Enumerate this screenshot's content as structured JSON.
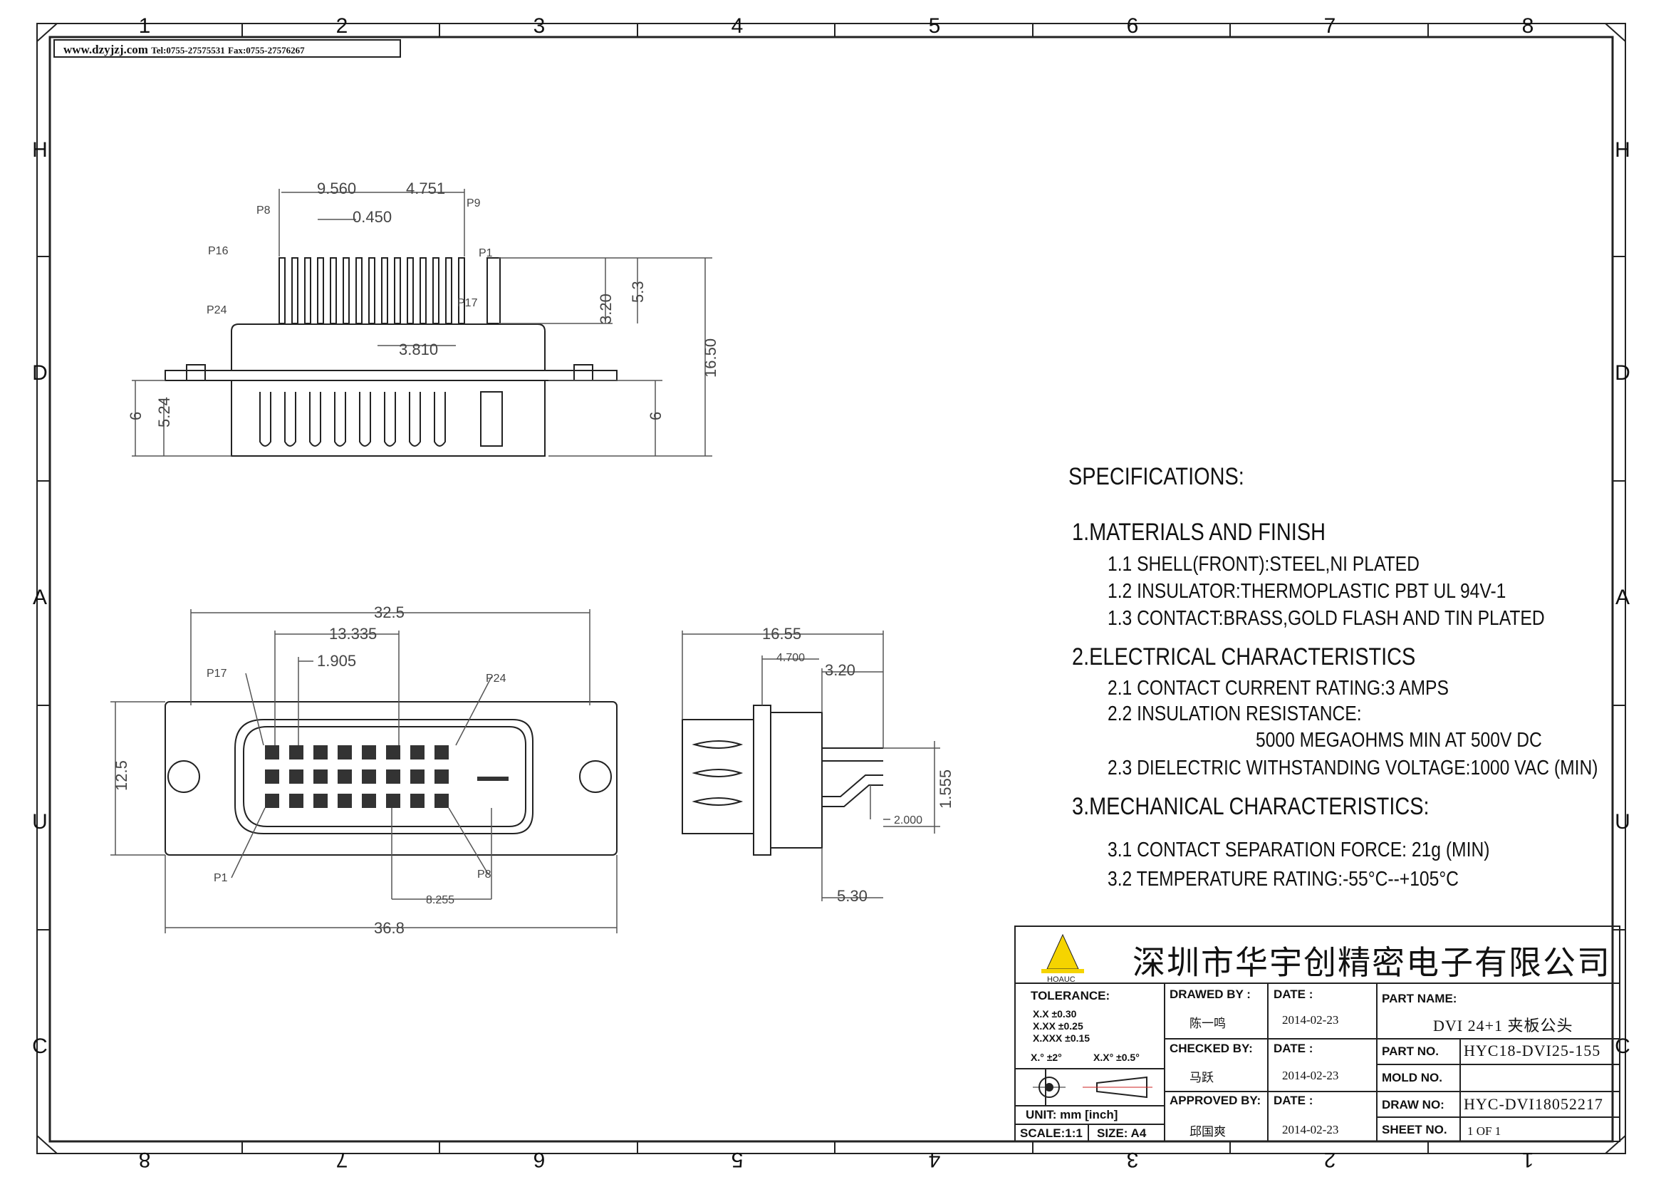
{
  "header": {
    "website": "www.dzyjzj.com",
    "tel": "Tel:0755-27575531",
    "fax": "Fax:0755-27576267"
  },
  "border": {
    "columns_top": [
      "1",
      "2",
      "3",
      "4",
      "5",
      "6",
      "7",
      "8"
    ],
    "columns_bottom": [
      "8",
      "7",
      "6",
      "5",
      "4",
      "3",
      "2",
      "1"
    ],
    "rows": [
      "H",
      "D",
      "A",
      "U",
      "C"
    ]
  },
  "drawing": {
    "top_view_dims": [
      "9.560",
      "4.751",
      "0.450",
      "3.20",
      "5.3",
      "3.810",
      "16.50",
      "6",
      "5.24",
      "6"
    ],
    "top_view_labels": [
      "P8",
      "P9",
      "P16",
      "P1",
      "P24",
      "P17"
    ],
    "front_view_dims": [
      "32.5",
      "13.335",
      "1.905",
      "12.5",
      "8.255",
      "36.8"
    ],
    "front_view_labels": [
      "P17",
      "P24",
      "P1",
      "P8"
    ],
    "side_view_dims": [
      "16.55",
      "4.700",
      "3.20",
      "2.000",
      "1.555",
      "5.30"
    ]
  },
  "specifications": {
    "title": "SPECIFICATIONS:",
    "sections": [
      {
        "heading": "1.MATERIALS  AND  FINISH",
        "items": [
          "1.1  SHELL(FRONT):STEEL,NI  PLATED",
          "1.2  INSULATOR:THERMOPLASTIC  PBT  UL  94V-1",
          "1.3  CONTACT:BRASS,GOLD  FLASH  AND  TIN  PLATED"
        ]
      },
      {
        "heading": "2.ELECTRICAL  CHARACTERISTICS",
        "items": [
          "2.1  CONTACT  CURRENT  RATING:3  AMPS",
          "2.2  INSULATION  RESISTANCE:",
          "5000  MEGAOHMS  MIN  AT  500V  DC",
          "2.3  DIELECTRIC  WITHSTANDING  VOLTAGE:1000  VAC  (MIN)"
        ]
      },
      {
        "heading": "3.MECHANICAL  CHARACTERISTICS:",
        "items": [
          "3.1  CONTACT  SEPARATION  FORCE:  21g  (MIN)",
          "3.2  TEMPERATURE  RATING:-55°C--+105°C"
        ]
      }
    ]
  },
  "title_block": {
    "company": "深圳市华宇创精密电子有限公司",
    "logo_text": "HOAUC",
    "tolerance_label": "TOLERANCE:",
    "tol_x": "X.X     ±0.30",
    "tol_xx": "X.XX    ±0.25",
    "tol_xxx": "X.XXX   ±0.15",
    "tol_angle": "X.°  ±2°",
    "tol_angle2": "X.X°  ±0.5°",
    "unit": "UNIT:  mm  [inch]",
    "scale": "SCALE:1:1",
    "size": "SIZE:  A4",
    "drawed_by_label": "DRAWED  BY :",
    "drawed_by": "陈一鸣",
    "checked_by_label": "CHECKED  BY:",
    "checked_by": "马跃",
    "approved_by_label": "APPROVED  BY:",
    "approved_by": "邱国爽",
    "date_label": "DATE :",
    "date1": "2014-02-23",
    "date2": "2014-02-23",
    "date3": "2014-02-23",
    "part_name_label": "PART  NAME:",
    "part_name": "DVI  24+1  夹板公头",
    "part_no_label": "PART  NO.",
    "part_no": "HYC18-DVI25-155",
    "mold_no_label": "MOLD  NO.",
    "mold_no": "",
    "draw_no_label": "DRAW  NO:",
    "draw_no": "HYC-DVI18052217",
    "sheet_no_label": "SHEET  NO.",
    "sheet_no": "1  OF  1"
  }
}
